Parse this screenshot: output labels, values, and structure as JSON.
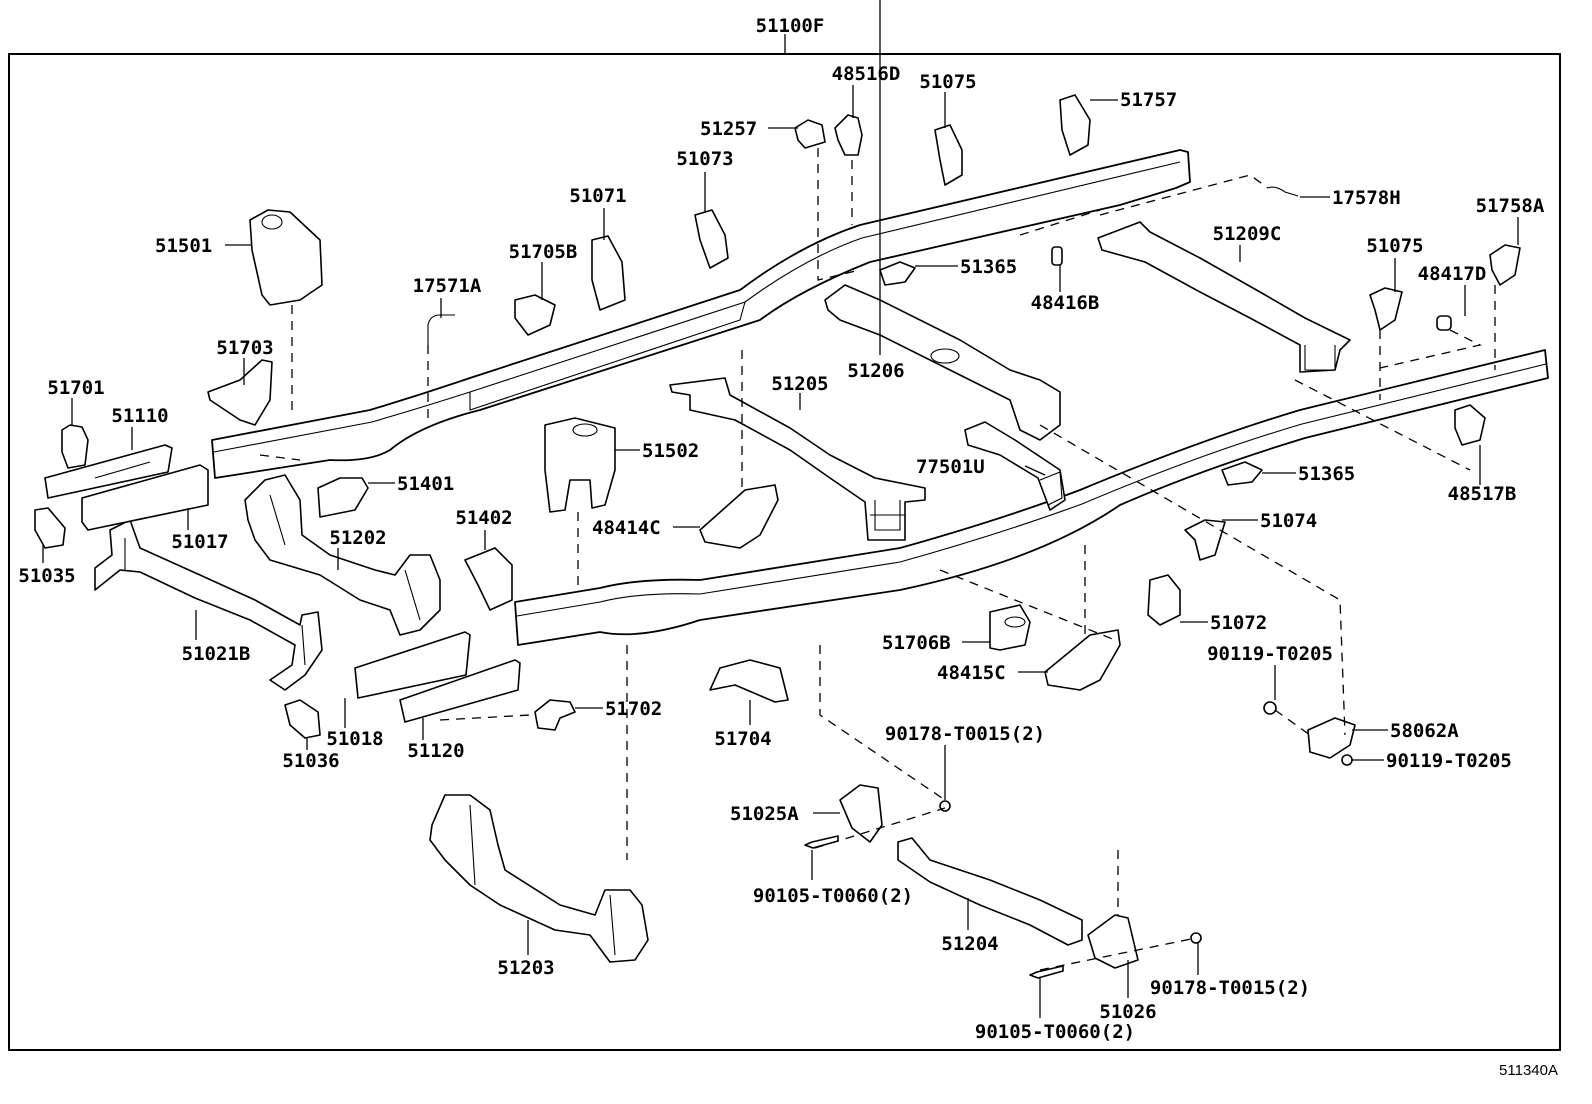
{
  "diagram": {
    "title_part": "51100F",
    "reference_code": "511340A",
    "parts": {
      "p51100F": "51100F",
      "p48516D": "48516D",
      "p51075a": "51075",
      "p51757": "51757",
      "p51257": "51257",
      "p51073": "51073",
      "p51071": "51071",
      "p51705B": "51705B",
      "p17571A": "17571A",
      "p51501": "51501",
      "p17578H": "17578H",
      "p51758A": "51758A",
      "p51209C": "51209C",
      "p48416B": "48416B",
      "p51365a": "51365",
      "p51075b": "51075",
      "p48417D": "48417D",
      "p51703": "51703",
      "p51701": "51701",
      "p51110": "51110",
      "p51206": "51206",
      "p51205": "51205",
      "p51502": "51502",
      "p77501U": "77501U",
      "p51401": "51401",
      "p51017": "51017",
      "p51035": "51035",
      "p51202": "51202",
      "p51402": "51402",
      "p48414C": "48414C",
      "p51365b": "51365",
      "p48517B": "48517B",
      "p51074": "51074",
      "p51021B": "51021B",
      "p51706B": "51706B",
      "p51072": "51072",
      "p48415C": "48415C",
      "p90119a": "90119-T0205",
      "p51018": "51018",
      "p51120": "51120",
      "p51702": "51702",
      "p51036": "51036",
      "p51704": "51704",
      "p58062A": "58062A",
      "p90119b": "90119-T0205",
      "p90178a": "90178-T0015(2)",
      "p51025A": "51025A",
      "p90105a": "90105-T0060(2)",
      "p51203": "51203",
      "p51204": "51204",
      "p90178b": "90178-T0015(2)",
      "p51026": "51026",
      "p90105b": "90105-T0060(2)"
    }
  }
}
